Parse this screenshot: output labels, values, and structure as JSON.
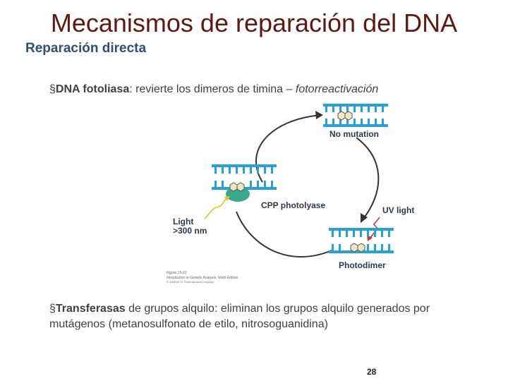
{
  "slide": {
    "title": "Mecanismos de reparación del DNA",
    "subtitle": "Reparación directa",
    "page_number": "28"
  },
  "bullet1": {
    "marker": "§",
    "term": "DNA fotoliasa",
    "text": ": revierte los dimeros de timina – ",
    "italic": "fotorreactivación"
  },
  "bullet2": {
    "marker": "§",
    "term": "Transferasas",
    "text": " de grupos alquilo: eliminan los grupos alquilo generados por mutágenos (metanosulfonato de etilo, nitrosoguanidina)"
  },
  "figure": {
    "label_no_mutation": "No mutation",
    "label_cpp": "CPP photolyase",
    "label_uv": "UV light",
    "label_light_1": "Light",
    "label_light_2": ">300 nm",
    "label_photodimer": "Photodimer",
    "caption_1": "Figure 15-22",
    "caption_2": "Introduction to Genetic Analysis, Ninth Edition",
    "caption_3": "© 2008 W. H. Freeman and Company",
    "colors": {
      "dna": "#2aa0d8",
      "enzyme": "#3aa88a",
      "arrow": "#333333",
      "uv": "#cc3333",
      "light": "#e8c020"
    }
  }
}
